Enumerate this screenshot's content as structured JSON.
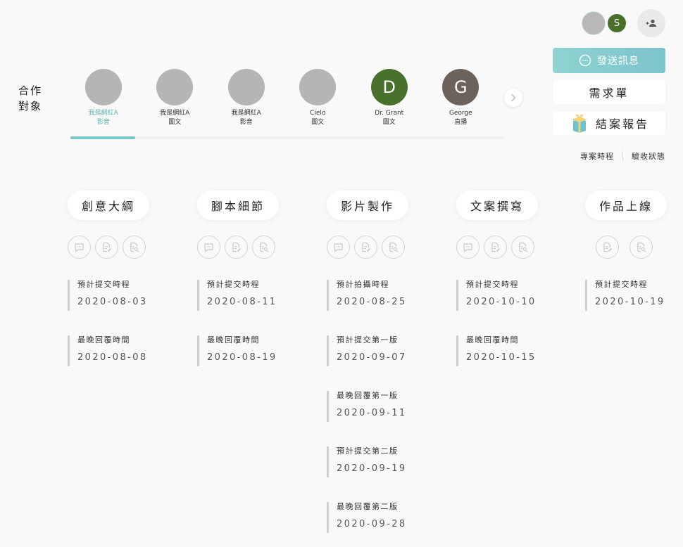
{
  "header": {
    "avatars": [
      {
        "type": "image-placeholder",
        "color": "#b8b8b8"
      },
      {
        "initial": "S",
        "color": "#4a6f2a"
      }
    ],
    "add_user_icon": "person-add-icon"
  },
  "actions": {
    "send_message": "發送訊息",
    "requirements": "需求單",
    "final_report": "結案報告",
    "links": [
      "專案時程",
      "驗收狀態"
    ]
  },
  "partners": {
    "label_line1": "合作",
    "label_line2": "對象",
    "items": [
      {
        "name": "我是網紅A",
        "type": "影音",
        "initial": "",
        "color": "#b5b5b5",
        "active": true
      },
      {
        "name": "我是網紅A",
        "type": "圖文",
        "initial": "",
        "color": "#b5b5b5"
      },
      {
        "name": "我是網紅A",
        "type": "影音",
        "initial": "",
        "color": "#b5b5b5"
      },
      {
        "name": "Cielo",
        "type": "圖文",
        "initial": "",
        "color": "#b5b5b5"
      },
      {
        "name": "Dr. Grant",
        "type": "圖文",
        "initial": "D",
        "color": "#4a712c"
      },
      {
        "name": "George",
        "type": "直播",
        "initial": "G",
        "color": "#6d6259"
      }
    ],
    "scroll_progress_color": "#7cc6c8"
  },
  "stages": [
    {
      "title": "創意大綱",
      "icons": [
        "chat-icon",
        "edit-document-icon",
        "search-document-icon"
      ],
      "items": [
        {
          "label": "預計提交時程",
          "date": "2020-08-03"
        },
        {
          "label": "最晚回覆時間",
          "date": "2020-08-08"
        }
      ]
    },
    {
      "title": "腳本細節",
      "icons": [
        "chat-icon",
        "edit-document-icon",
        "search-document-icon"
      ],
      "items": [
        {
          "label": "預計提交時程",
          "date": "2020-08-11"
        },
        {
          "label": "最晚回覆時間",
          "date": "2020-08-19"
        }
      ]
    },
    {
      "title": "影片製作",
      "icons": [
        "chat-icon",
        "edit-document-icon",
        "search-document-icon"
      ],
      "items": [
        {
          "label": "預計拍攝時程",
          "date": "2020-08-25"
        },
        {
          "label": "預計提交第一版",
          "date": "2020-09-07"
        },
        {
          "label": "最晚回覆第一版",
          "date": "2020-09-11"
        },
        {
          "label": "預計提交第二版",
          "date": "2020-09-19"
        },
        {
          "label": "最晚回覆第二版",
          "date": "2020-09-28"
        }
      ]
    },
    {
      "title": "文案撰寫",
      "icons": [
        "chat-icon",
        "edit-document-icon",
        "search-document-icon"
      ],
      "items": [
        {
          "label": "預計提交時程",
          "date": "2020-10-10"
        },
        {
          "label": "最晚回覆時間",
          "date": "2020-10-15"
        }
      ]
    },
    {
      "title": "作品上線",
      "icons": [
        "edit-document-icon",
        "search-document-icon"
      ],
      "items": [
        {
          "label": "預計提交時程",
          "date": "2020-10-19"
        }
      ]
    }
  ]
}
